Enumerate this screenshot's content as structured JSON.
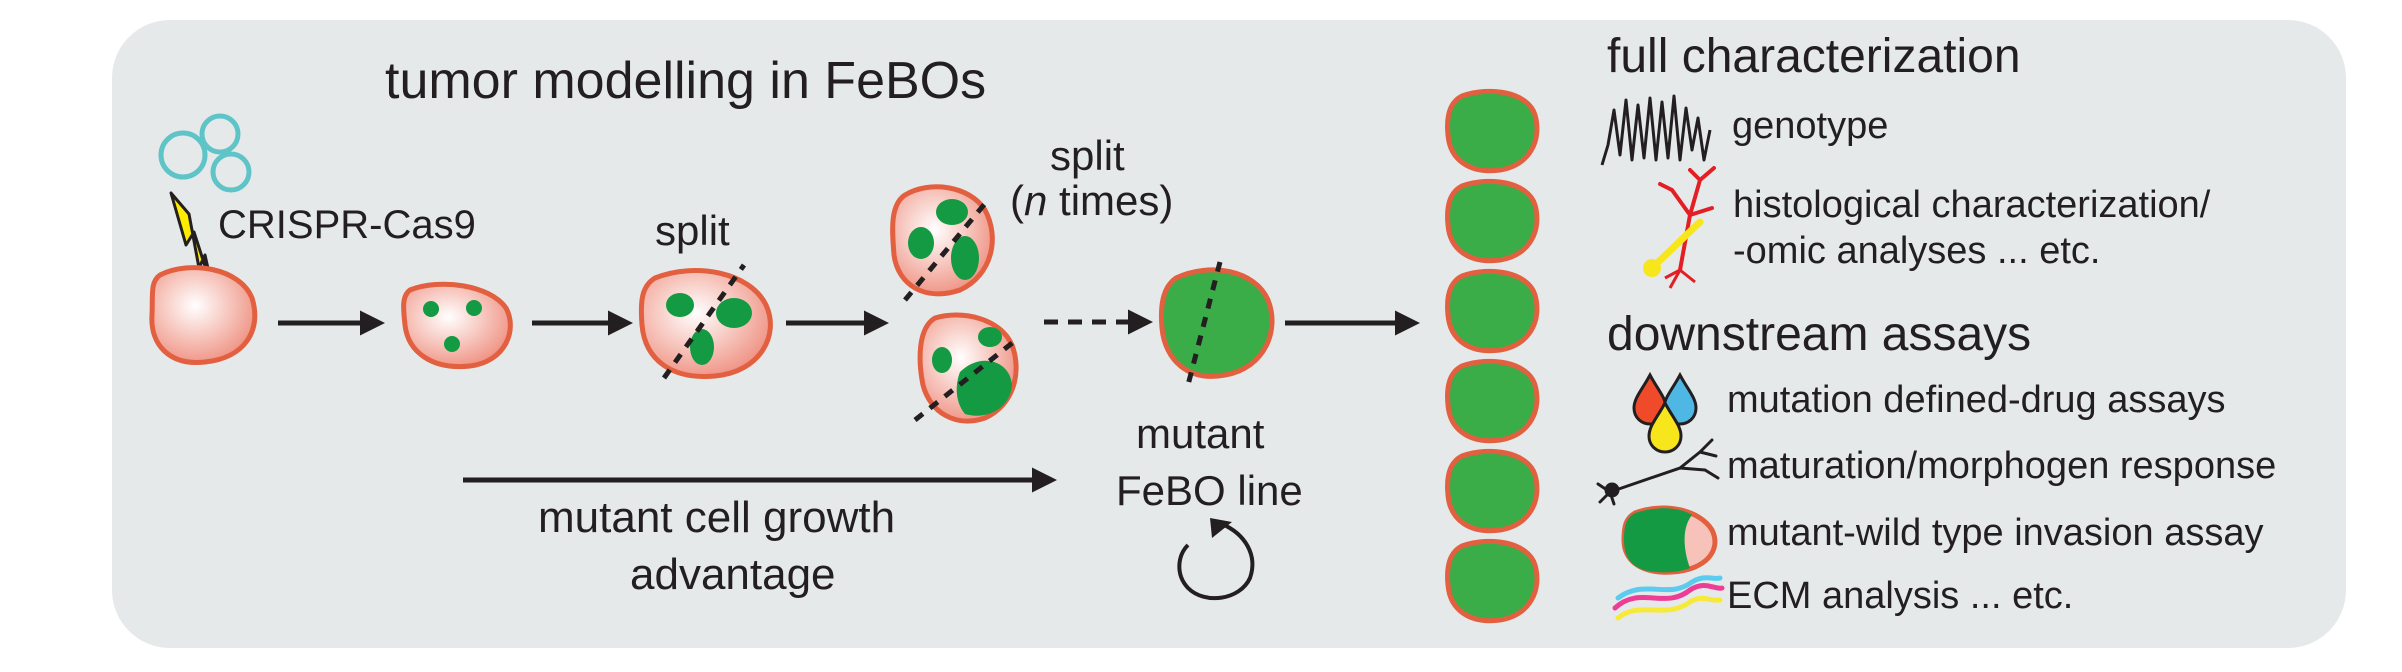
{
  "title": "tumor modelling in FeBOs",
  "crispr_label": "CRISPR-Cas9",
  "split_label_1": "split",
  "split_label_2": "split",
  "split_n_open": "(",
  "split_n_italic": "n",
  "split_n_rest": " times)",
  "growth_label_line1": "mutant cell growth",
  "growth_label_line2": "advantage",
  "line_label_line1": "mutant",
  "line_label_line2": "FeBO line",
  "characterization": {
    "heading": "full characterization",
    "items": [
      {
        "icon": "chromatogram-icon",
        "text": "genotype"
      },
      {
        "icon": "neuron-icon",
        "text_line1": "histological characterization/",
        "text_line2": "-omic analyses   ... etc."
      }
    ]
  },
  "assays": {
    "heading": "downstream assays",
    "items": [
      {
        "icon": "drug-drops-icon",
        "text": "mutation defined-drug assays"
      },
      {
        "icon": "neuron-morphology-icon",
        "text": "maturation/morphogen response"
      },
      {
        "icon": "organoid-invasion-icon",
        "text": "mutant-wild type invasion assay"
      },
      {
        "icon": "ecm-fibers-icon",
        "text": "ECM analysis   ... etc."
      }
    ]
  },
  "colors": {
    "panel": "#e6e9ea",
    "organoid_outline": "#e2603f",
    "organoid_fill": "#f6b7ad",
    "mutant_green": "#139a43",
    "mutant_bright": "#3aac48",
    "lightning": "#ffec00",
    "crispr_circles": "#5ec4c8",
    "neuron_red": "#e31e24",
    "drop_red": "#ef4b2b",
    "drop_blue": "#4fb7e3",
    "drop_yellow": "#f7e61c",
    "ecm_pink": "#ec3d97",
    "ecm_cyan": "#5ccbf0",
    "ecm_yellow": "#f7e93a"
  }
}
